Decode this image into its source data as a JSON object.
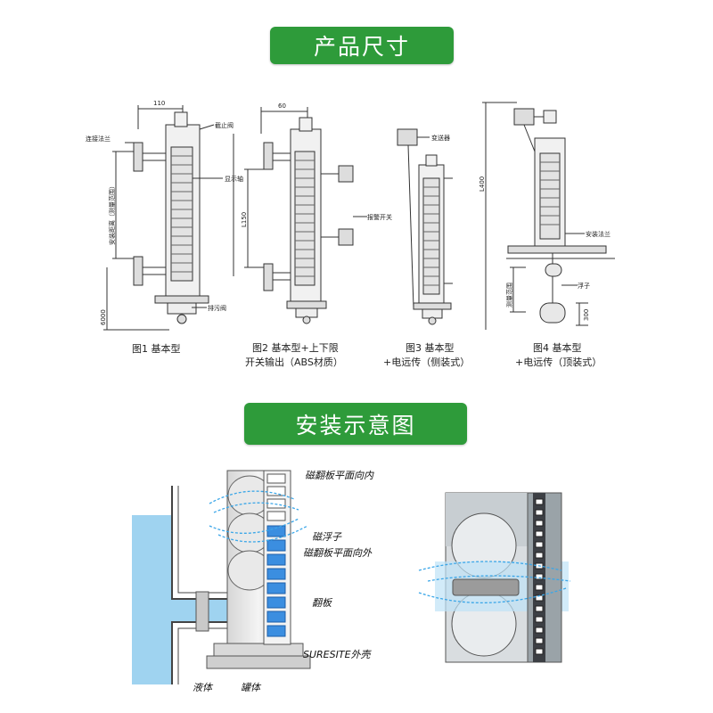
{
  "sections": {
    "dimensions_title": "产品尺寸",
    "installation_title": "安装示意图"
  },
  "figures": [
    {
      "caption_1": "图1 基本型",
      "caption_2": "",
      "labels": {
        "flange": "连接法兰",
        "valve": "截止阀",
        "indicator": "显示轴",
        "drain": "排污阀"
      },
      "dims": {
        "top": "110",
        "bottom": "6000",
        "side": "安装距离（测量范围）"
      }
    },
    {
      "caption_1": "图2 基本型+上下限",
      "caption_2": "开关输出（ABS材质）",
      "labels": {
        "switch": "报警开关"
      },
      "dims": {
        "top": "60",
        "mid": "L150"
      }
    },
    {
      "caption_1": "图3 基本型",
      "caption_2": "+电远传（侧装式）",
      "labels": {
        "transmitter": "变送器"
      }
    },
    {
      "caption_1": "图4 基本型",
      "caption_2": "+电远传（顶装式）",
      "labels": {
        "flange": "安装法兰",
        "float": "浮子"
      },
      "dims": {
        "total": "L400",
        "float_h": "300",
        "side": "测量范围"
      }
    }
  ],
  "installation": {
    "labels": {
      "flap_in": "磁翻板平面向内",
      "float": "磁浮子",
      "flap_out": "磁翻板平面向外",
      "panel": "翻板",
      "shell": "SURESITE外壳",
      "liquid": "液体",
      "chamber": "罐体"
    }
  },
  "colors": {
    "banner": "#2e9b3a",
    "liquid": "#9fd3f0",
    "flap": "#3b8ee0",
    "field": "#3aa6e8"
  }
}
